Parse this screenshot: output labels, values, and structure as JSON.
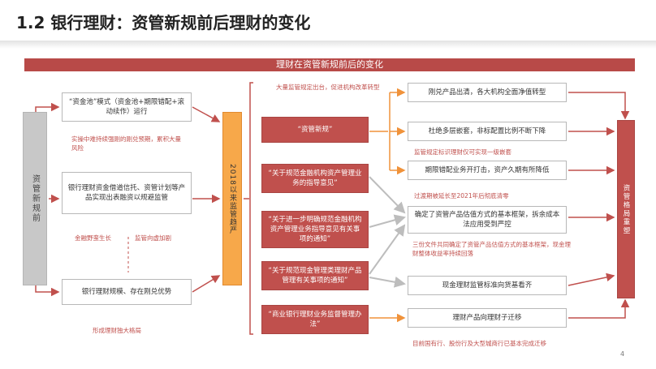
{
  "title": "1.2 银行理财：资管新规前后理财的变化",
  "banner": "理财在资管新规前后的变化",
  "left_label": "资管新规前",
  "pre_boxes": [
    "“资金池”模式（资金池+期限错配+滚动续作）运行",
    "银行理财资金借道信托、资管计划等产品实现出表融资以规避监管",
    "银行理财规模、存在刚兑优势"
  ],
  "pre_notes": [
    "实操中难持续强刚的刚兑预期，累积大量风险",
    "金融野蛮生长",
    "监管向虚加剧",
    "形成理财独大格局"
  ],
  "center_label": "2018以来监管趋严",
  "center_note": "大量监管规定出台，促进机构改革转型",
  "policies": [
    "“资管新规”",
    "“关于规范金融机构资产管理业务的指导意见”",
    "“关于进一步明确规范金融机构资产管理业务指导意见有关事项的通知”",
    "“关于规范现金管理类理财产品管理有关事项的通知”",
    "“商业银行理财业务监督管理办法”"
  ],
  "results": [
    "刚兑产品出清，各大机构全面净值转型",
    "杜绝多层嵌套，非标配置比例不断下降",
    "期限错配业务开打击，资产久期有所降低",
    "确定了资管产品估值方式的基本框架，拆余成本法应用受到严控",
    "现金理财监管标准向货基看齐",
    "理财产品向理财子迁移"
  ],
  "result_notes": [
    "监管规定标识理财仅可实现一级嵌套",
    "过渡期被延长至2021年后彻底清零",
    "三份文件共同确定了资管产品估值方式的基本框架，现金理财整体收益率持续回落",
    "目前国有行、股份行及大型城商行已基本完成迁移"
  ],
  "right_label": "资管格局重塑",
  "page_number": "4",
  "colors": {
    "red": "#c0504d",
    "orange": "#f7a84a",
    "gray": "#c8c8c8"
  }
}
